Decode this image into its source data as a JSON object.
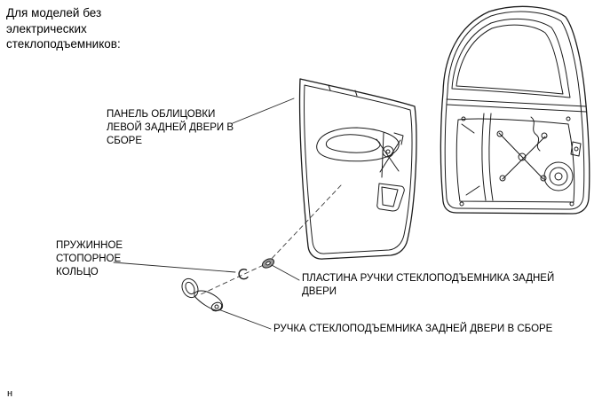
{
  "intro": {
    "line1": "Для моделей без",
    "line2": "электрических",
    "line3": "стеклоподъемников:"
  },
  "callouts": {
    "panel": {
      "line1": "ПАНЕЛЬ ОБЛИЦОВКИ",
      "line2": "ЛЕВОЙ ЗАДНЕЙ ДВЕРИ В",
      "line3": "СБОРЕ"
    },
    "snap_ring": {
      "line1": "ПРУЖИННОЕ",
      "line2": "СТОПОРНОЕ",
      "line3": "КОЛЬЦО"
    },
    "plate": {
      "line1": "ПЛАСТИНА РУЧКИ СТЕКЛОПОДЪЕМНИКА ЗАДНЕЙ",
      "line2": "ДВЕРИ"
    },
    "handle": {
      "line1": "РУЧКА СТЕКЛОПОДЪЕМНИКА ЗАДНЕЙ ДВЕРИ В СБОРЕ"
    }
  },
  "footer": {
    "char": "н"
  },
  "diagram": {
    "parts": [
      "door-trim-panel-assembly",
      "rear-door-frame",
      "window-regulator-crank-handle",
      "spring-snap-ring",
      "regulator-handle-plate"
    ]
  },
  "colors": {
    "ink": "#1c1c1c",
    "background": "#ffffff"
  }
}
